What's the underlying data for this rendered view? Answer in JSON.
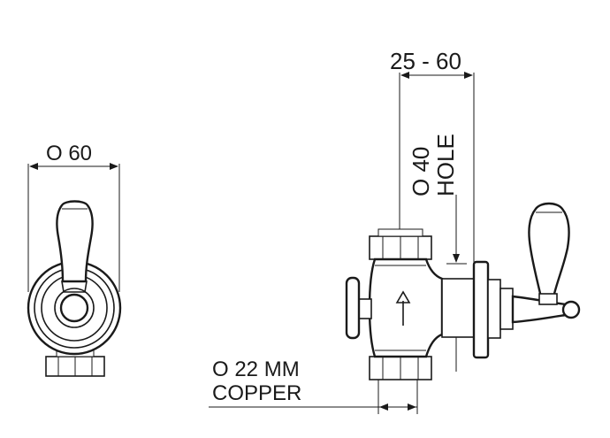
{
  "labels": {
    "front_diameter": "O 60",
    "adjust_range": "25 - 60",
    "hole_diameter": "O 40",
    "hole_word": "HOLE",
    "pipe_diameter": "O 22 MM",
    "pipe_material": "COPPER"
  },
  "icons": {
    "flow_arrow": "up-arrow-icon"
  }
}
